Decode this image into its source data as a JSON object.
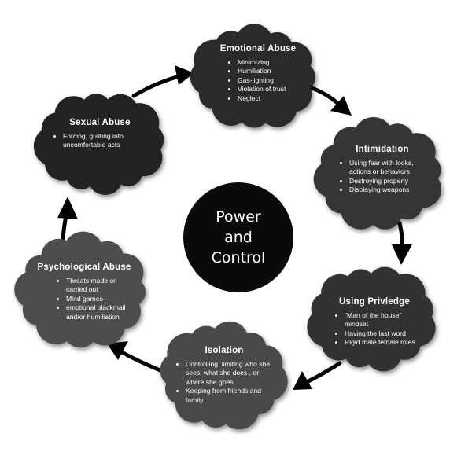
{
  "center": {
    "lines": [
      "Power",
      "and",
      "Control"
    ],
    "color": "#0a0a0a"
  },
  "clouds": [
    {
      "id": "emotional-abuse",
      "title": "Emotional Abuse",
      "items": [
        "Minimizing",
        "Humiliation",
        "Gas-lighting",
        "Violation of trust",
        "Neglect"
      ],
      "color": "#2a2a2a"
    },
    {
      "id": "intimidation",
      "title": "Intimidation",
      "items": [
        "Using fear with looks, actions or behaviors",
        "Destroying property",
        "Displaying weapons"
      ],
      "color": "#353535"
    },
    {
      "id": "using-privledge",
      "title": "Using Privledge",
      "items": [
        "\"Man of the house\" mindset",
        "Having the last word",
        "Rigid male female roles"
      ],
      "color": "#303030"
    },
    {
      "id": "isolation",
      "title": "Isolation",
      "items": [
        "Controlling, limiting who she sees, what she does , or where she goes",
        "Keeping from friends and family"
      ],
      "color": "#4a4a4a"
    },
    {
      "id": "psychological-abuse",
      "title": "Psychological Abuse",
      "items": [
        "Threats made or carried out",
        "Mind games",
        "emotional blackmail and/or humiliation"
      ],
      "color": "#4d4d4d"
    },
    {
      "id": "sexual-abuse",
      "title": "Sexual Abuse",
      "items": [
        "Forcing, guilting into uncomfortable acts"
      ],
      "color": "#222222"
    }
  ],
  "arrow_color": "#000000"
}
